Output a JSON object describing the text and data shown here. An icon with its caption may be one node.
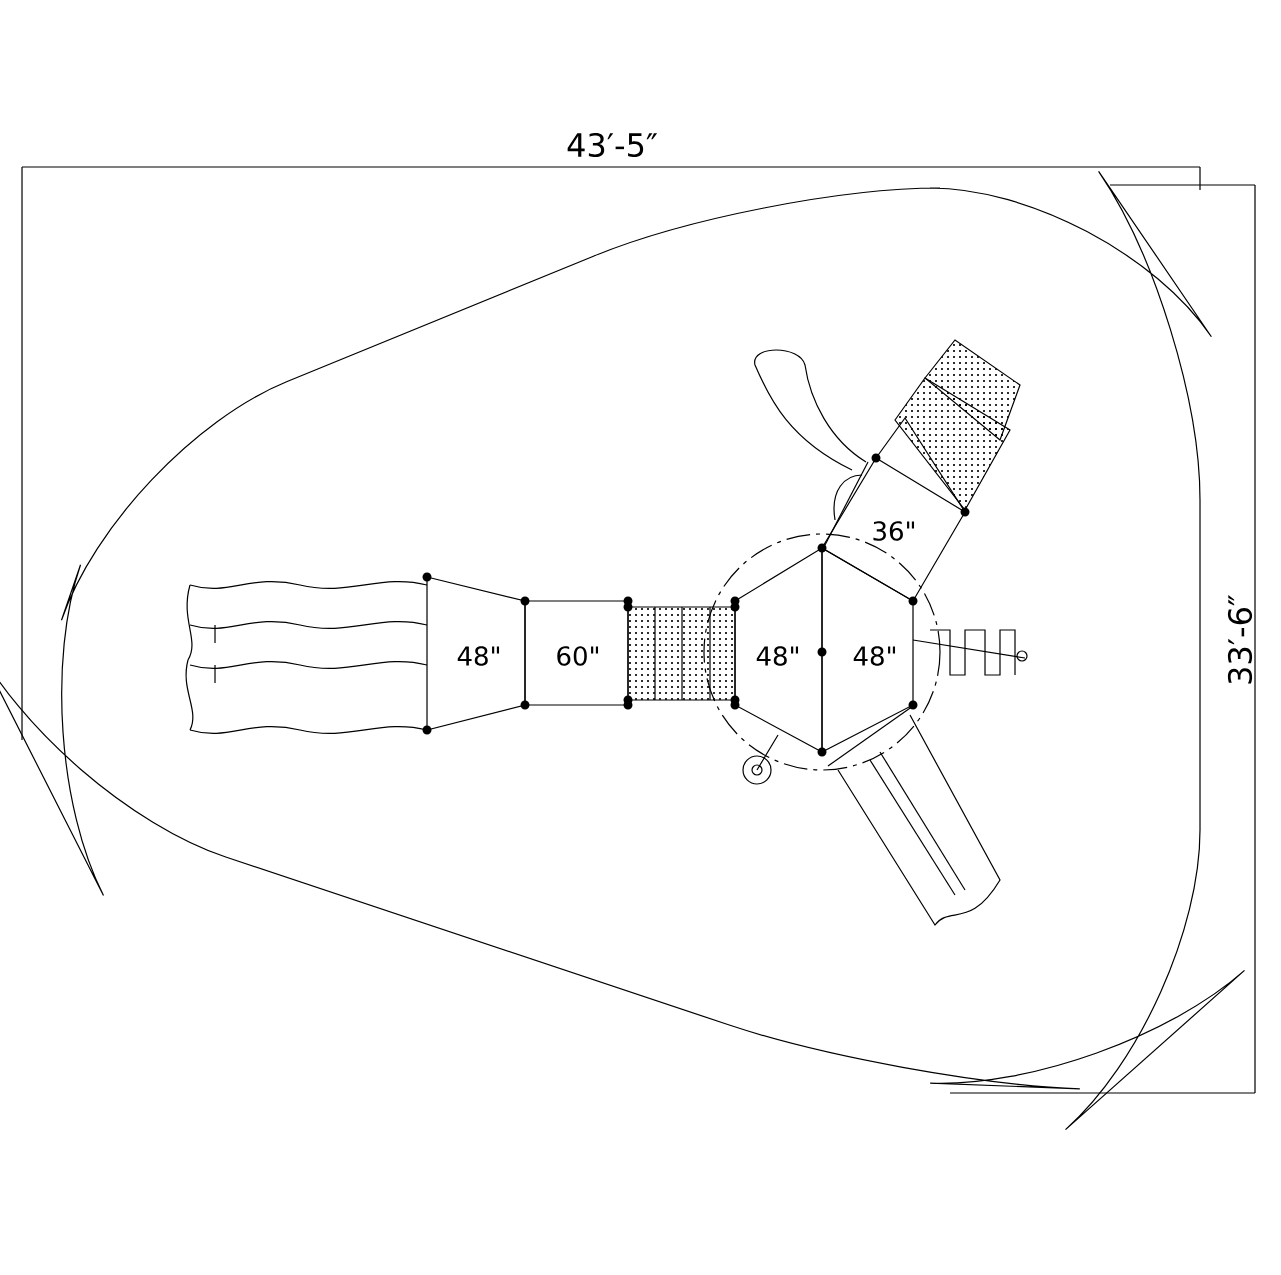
{
  "diagram": {
    "nodes": [
      {
        "text": [
          "48\""
        ]
      },
      {
        "text": [
          "60\""
        ]
      },
      {
        "text": [
          "48\""
        ]
      },
      {
        "text": [
          "48\""
        ]
      },
      {
        "text": [
          "36\""
        ]
      }
    ],
    "labels": [
      "43′-5″",
      "33′-6″"
    ]
  }
}
